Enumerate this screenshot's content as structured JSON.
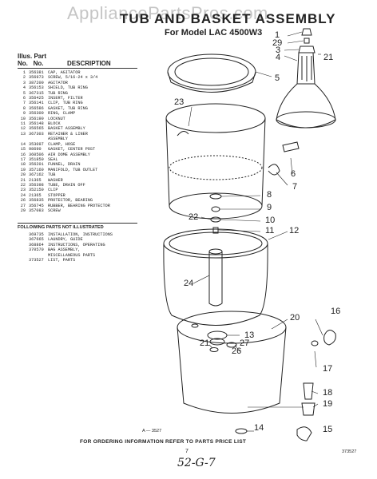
{
  "watermark": "AppliancePartsPros.com",
  "title": "TUB AND BASKET ASSEMBLY",
  "model": "For Model LAC 4500W3",
  "list_header": {
    "illus": "Illus.",
    "part": "Part",
    "no1": "No.",
    "no2": "No.",
    "description": "DESCRIPTION"
  },
  "parts": [
    {
      "no": "1",
      "part": "356381",
      "desc": "CAP, AGITATOR"
    },
    {
      "no": "2",
      "part": "356973",
      "desc": "SCREW, 5/16-24 x 3/4"
    },
    {
      "no": "3",
      "part": "387200",
      "desc": "AGITATOR"
    },
    {
      "no": "4",
      "part": "356153",
      "desc": "SHIELD, TUB RING"
    },
    {
      "no": "5",
      "part": "367315",
      "desc": "TUB RING"
    },
    {
      "no": "6",
      "part": "356425",
      "desc": "INSERT, FILTER"
    },
    {
      "no": "7",
      "part": "356141",
      "desc": "CLIP, TUB RING"
    },
    {
      "no": "8",
      "part": "356586",
      "desc": "GASKET, TUB RING"
    },
    {
      "no": "9",
      "part": "356300",
      "desc": "RING, CLAMP"
    },
    {
      "no": "10",
      "part": "356190",
      "desc": "LOCKNUT"
    },
    {
      "no": "11",
      "part": "356148",
      "desc": "BLOCK"
    },
    {
      "no": "12",
      "part": "356565",
      "desc": "BASKET ASSEMBLY"
    },
    {
      "no": "13",
      "part": "367303",
      "desc": "RETAINER & LINER"
    },
    {
      "no": "",
      "part": "",
      "desc": "ASSEMBLY"
    },
    {
      "no": "14",
      "part": "353097",
      "desc": "CLAMP, HOSE"
    },
    {
      "no": "15",
      "part": "98690",
      "desc": "GASKET, CENTER POST"
    },
    {
      "no": "16",
      "part": "360506",
      "desc": "AIR DOME ASSEMBLY"
    },
    {
      "no": "17",
      "part": "351850",
      "desc": "SEAL"
    },
    {
      "no": "18",
      "part": "356201",
      "desc": "FUNNEL, DRAIN"
    },
    {
      "no": "19",
      "part": "357160",
      "desc": "MANIFOLD, TUB OUTLET"
    },
    {
      "no": "20",
      "part": "367162",
      "desc": "TUB"
    },
    {
      "no": "21",
      "part": "21365",
      "desc": "WASHER"
    },
    {
      "no": "22",
      "part": "356398",
      "desc": "TUBE, DRAIN OFF"
    },
    {
      "no": "23",
      "part": "352150",
      "desc": "CLIP"
    },
    {
      "no": "24",
      "part": "21365",
      "desc": "STOPPER"
    },
    {
      "no": "26",
      "part": "356835",
      "desc": "PROTECTOR, BEARING"
    },
    {
      "no": "27",
      "part": "356745",
      "desc": "RUBBER, BEARING PROTECTOR"
    },
    {
      "no": "29",
      "part": "357083",
      "desc": "SCREW"
    }
  ],
  "following_header": "FOLLOWING PARTS NOT ILLUSTRATED",
  "not_illustrated": [
    {
      "part": "369735",
      "desc": "INSTALLATION, INSTRUCTIONS"
    },
    {
      "part": "367665",
      "desc": "LAUNDRY, GUIDE"
    },
    {
      "part": "368864",
      "desc": "INSTRUCTIONS, OPERATING"
    },
    {
      "part": "370570",
      "desc": "BAG ASSEMBLY,"
    },
    {
      "part": "",
      "desc": "MISCELLANEOUS PARTS"
    },
    {
      "part": "373527",
      "desc": "LIST, PARTS"
    }
  ],
  "callouts": {
    "c1": "1",
    "c29": "29",
    "c3": "3",
    "c4": "4",
    "c21a": "21",
    "c5": "5",
    "c23": "23",
    "c6": "6",
    "c7": "7",
    "c8": "8",
    "c9": "9",
    "c22": "22",
    "c10": "10",
    "c11": "11",
    "c12": "12",
    "c24": "24",
    "c16": "16",
    "c20": "20",
    "c13": "13",
    "c21b": "21",
    "c27": "27",
    "c26": "26",
    "c17": "17",
    "c18": "18",
    "c19": "19",
    "c14": "14",
    "c15": "15"
  },
  "drawing_code": "A — 3527",
  "side_code": "373527",
  "footer": "FOR ORDERING INFORMATION REFER TO PARTS PRICE LIST",
  "page_number": "7",
  "handwritten": "52-G-7"
}
